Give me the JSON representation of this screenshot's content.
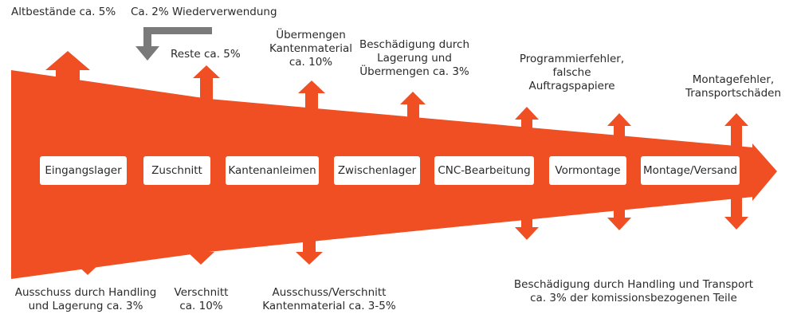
{
  "stages": [
    "Eingangslager",
    "Zuschnitt",
    "Kantenanleimen",
    "Zwischenlager",
    "CNC-Bearbeitung",
    "Vormontage",
    "Montage/Versand"
  ],
  "top_labels": {
    "altbestaende": "Altbestände ca. 5%",
    "wiederverwendung": "Ca. 2% Wiederverwendung",
    "reste": "Reste ca. 5%",
    "uebermengen": "Übermengen\nKantenmaterial\nca. 10%",
    "beschaedigung_lagerung": "Beschädigung durch\nLagerung und\nÜbermengen ca. 3%",
    "programmierfehler": "Programmierfehler,\nfalsche\nAuftragspapiere",
    "montagefehler": "Montagefehler,\nTransportschäden"
  },
  "bottom_labels": {
    "ausschuss_handling": "Ausschuss durch Handling\nund Lagerung ca. 3%",
    "verschnitt": "Verschnitt\nca. 10%",
    "ausschuss_kanten": "Ausschuss/Verschnitt\nKantenmaterial ca. 3-5%",
    "beschaedigung_transport": "Beschädigung durch Handling und Transport\nca. 3% der komissionsbezogenen Teile"
  },
  "colors": {
    "flow": "#f04e23",
    "return_arrow": "#7a7a7a",
    "box": "#ffffff"
  }
}
